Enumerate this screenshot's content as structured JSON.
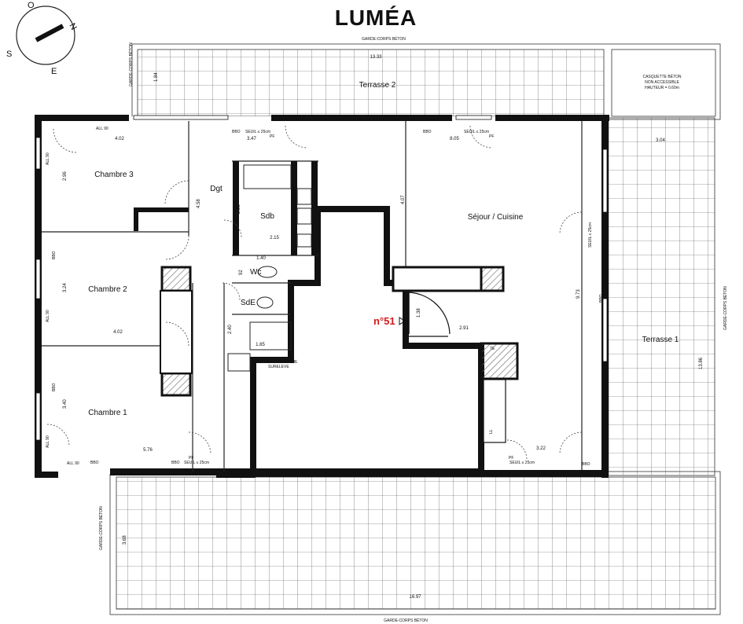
{
  "title": "LUMÉA",
  "compass": {
    "n": "N",
    "s": "S",
    "o": "O",
    "e": "E"
  },
  "unit_number": "n°51",
  "rooms": {
    "chambre3": "Chambre 3",
    "chambre2": "Chambre 2",
    "chambre1": "Chambre 1",
    "dgt": "Dgt",
    "sdb": "Sdb",
    "wc": "Wc",
    "sde": "SdE",
    "sejour": "Séjour / Cuisine",
    "terrasse1": "Terrasse 1",
    "terrasse2": "Terrasse 2"
  },
  "annotations": {
    "garde_corps_beton": "GARDE-CORPS BÉTON",
    "casquette_1": "CASQUETTE BÉTON",
    "casquette_2": "NON ACCESSIBLE",
    "casquette_3": "HAUTEUR = 0.60m",
    "bac_1": "BAC A DOUCHE",
    "bac_2": "SURELEVE",
    "bbo": "BBO",
    "seuil": "SEUIL ≤ 25cm",
    "all": "ALL 90",
    "pf": "PF",
    "te": "TE",
    "ll": "LL"
  },
  "dimensions": {
    "d_13_33": "13.33",
    "d_1_84": "1.84",
    "d_3_04": "3.04",
    "d_4_02_top": "4.02",
    "d_3_47": "3.47",
    "d_8_05": "8.05",
    "d_2_96": "2.96",
    "d_4_58": "4.58",
    "d_4_07": "4.07",
    "d_2_15": "2.15",
    "d_1_40": "1.40",
    "d_0_92": "92",
    "d_3_24": "3.24",
    "d_4_02_mid": "4.02",
    "d_2_40": "2.40",
    "d_1_85": "1.85",
    "d_1_38": "1.38",
    "d_2_91": "2.91",
    "d_9_73": "9.73",
    "d_13_86": "13.86",
    "d_3_40": "3.40",
    "d_5_76": "5.76",
    "d_3_22": "3.22",
    "d_3_68": "3.68",
    "d_16_97": "16.97",
    "d_2_56": "2.56"
  },
  "colors": {
    "wall": "#111111",
    "line": "#222222",
    "unit": "#d11a1a"
  }
}
